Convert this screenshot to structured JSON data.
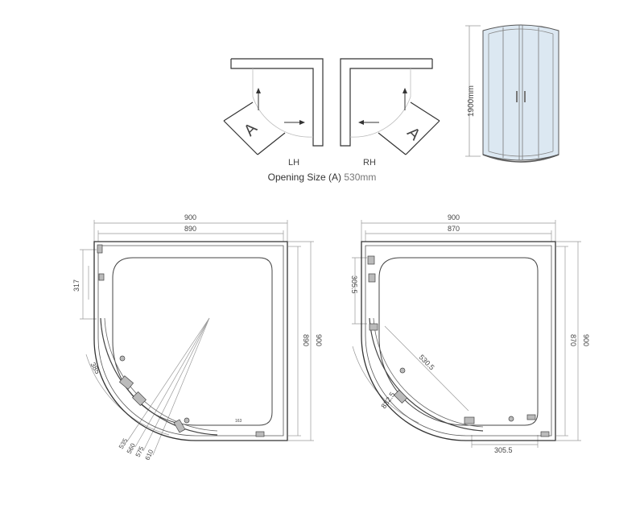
{
  "top": {
    "lh_label": "LH",
    "rh_label": "RH",
    "door_mark": "A",
    "opening_caption_label": "Opening Size (A)",
    "opening_caption_value": "530mm",
    "height_label": "1900mm"
  },
  "left_plan": {
    "outer_width": "900",
    "inner_width": "890",
    "outer_depth": "900",
    "inner_depth": "890",
    "side_small": "317",
    "radius": "385",
    "fan_1": "535",
    "fan_2": "560",
    "fan_3": "575",
    "fan_4": "610",
    "tiny_label": "163"
  },
  "right_plan": {
    "outer_width": "900",
    "inner_width": "870",
    "outer_depth": "900",
    "inner_depth": "870",
    "side_small": "305.5",
    "diagonal": "530.5",
    "radius": "832.5",
    "bottom_small": "305.5"
  },
  "colors": {
    "line": "#333333",
    "dim": "#9a9a9a",
    "glass": "#dce8f2"
  }
}
